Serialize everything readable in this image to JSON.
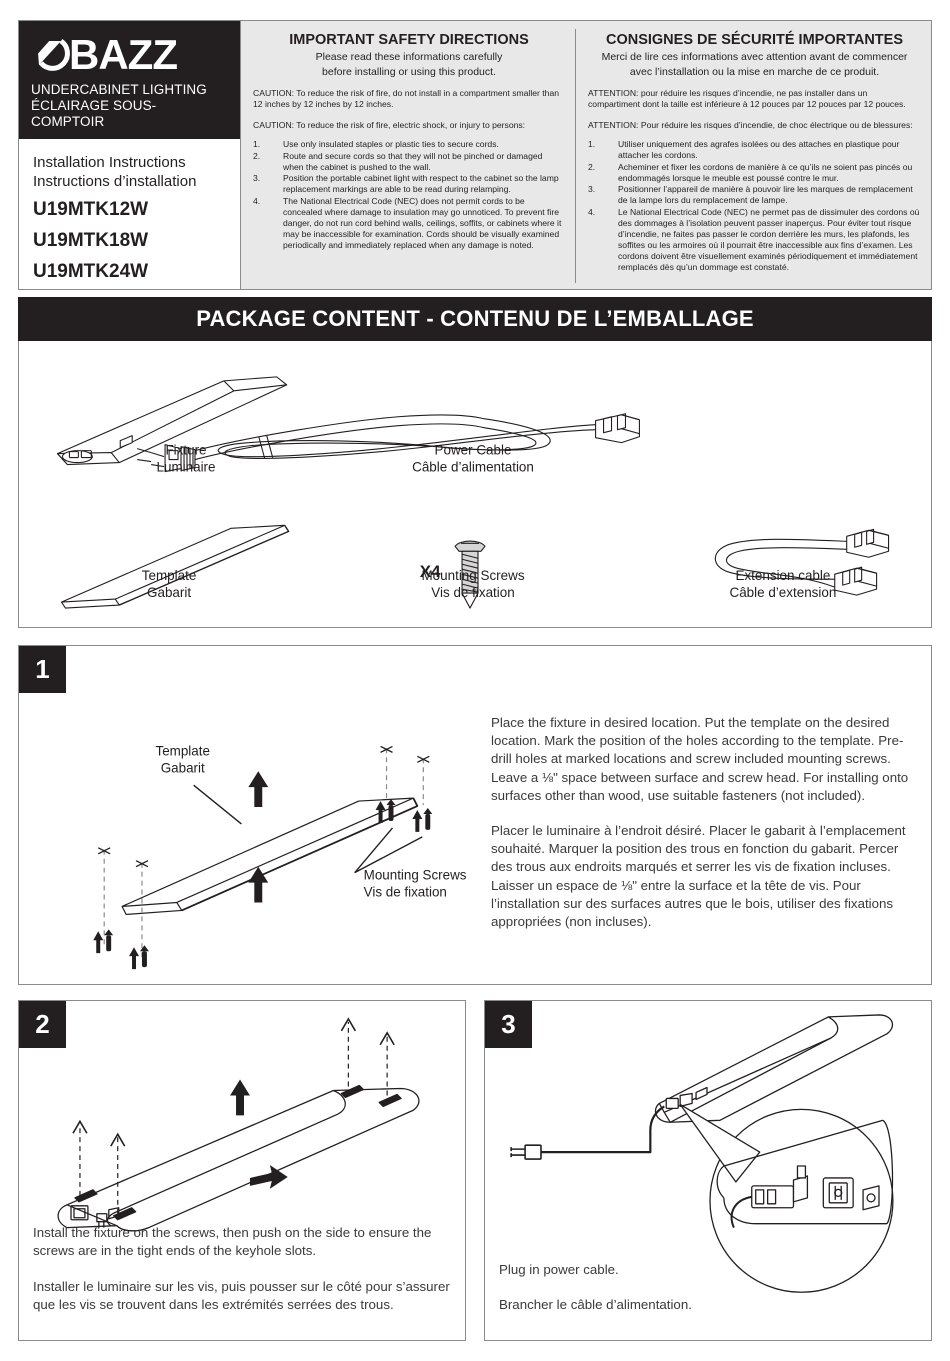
{
  "brand": {
    "logo_name": "BAZZ",
    "tagline_en": "UNDERCABINET LIGHTING",
    "tagline_fr": "ÉCLAIRAGE SOUS-COMPTOIR",
    "doc_title_en": "Installation Instructions",
    "doc_title_fr": "Instructions d’installation",
    "models": [
      "U19MTK12W",
      "U19MTK18W",
      "U19MTK24W"
    ]
  },
  "safety_en": {
    "title": "IMPORTANT SAFETY DIRECTIONS",
    "subtitle_line1": "Please read these informations carefully",
    "subtitle_line2": "before installing or using this product.",
    "caution1": "CAUTION: To reduce the risk of fire, do not install in a compartment smaller than 12 inches by 12 inches by 12 inches.",
    "caution2": "CAUTION: To reduce the risk of fire, electric shock, or injury to persons:",
    "items": [
      {
        "num": "1.",
        "text": "Use only insulated staples or plastic ties to secure cords."
      },
      {
        "num": "2.",
        "text": "Route and secure cords so that they will not be pinched or damaged when the cabinet is pushed to the wall."
      },
      {
        "num": "3.",
        "text": "Position the portable cabinet light with respect to the cabinet so the lamp replacement markings are able to be read during relamping."
      },
      {
        "num": "4.",
        "text": "The National Electrical Code (NEC) does not permit cords to be concealed where damage to insulation may go unnoticed. To prevent fire danger, do not run cord behind walls, ceilings, soffits, or cabinets where it may be inaccessible for examination. Cords should be visually examined periodically and immediately replaced when any damage is noted."
      }
    ]
  },
  "safety_fr": {
    "title": "CONSIGNES DE SÉCURITÉ IMPORTANTES",
    "subtitle_line1": "Merci de lire ces informations avec attention avant de commencer",
    "subtitle_line2": "avec l’installation ou la mise en marche de ce produit.",
    "caution1": "ATTENTION: pour réduire les risques d’incendie, ne pas installer dans un compartiment dont la taille est inférieure à 12 pouces par 12 pouces par 12 pouces.",
    "caution2": "ATTENTION: Pour réduire les risques d’incendie, de choc électrique ou de blessures:",
    "items": [
      {
        "num": "1.",
        "text": "Utiliser uniquement des agrafes isolées ou des attaches en plastique pour attacher les cordons."
      },
      {
        "num": "2.",
        "text": "Acheminer et fixer les cordons de manière à ce qu’ils ne soient pas pincés ou endommagés lorsque le meuble est poussé contre le mur."
      },
      {
        "num": "3.",
        "text": "Positionner l’appareil de manière à pouvoir lire les marques de remplacement de la lampe lors du remplacement de lampe."
      },
      {
        "num": "4.",
        "text": "Le National Electrical Code (NEC) ne permet pas de dissimuler des cordons où des dommages à l’isolation peuvent passer inaperçus. Pour éviter tout risque d’incendie, ne faites pas passer le cordon derrière les murs, les plafonds, les soffites ou les armoires où il pourrait être inaccessible aux fins d’examen. Les cordons doivent être visuellement examinés périodiquement et immédiatement remplacés dès qu’un dommage est constaté."
      }
    ]
  },
  "package": {
    "header": "PACKAGE CONTENT - CONTENU DE L’EMBALLAGE",
    "items": [
      {
        "label_en": "Fixture",
        "label_fr": "Luminaire",
        "icon": "fixture-icon"
      },
      {
        "label_en": "Power Cable",
        "label_fr": "Câble d’alimentation",
        "icon": "power-cable-icon"
      },
      {
        "label_en": "Template",
        "label_fr": "Gabarit",
        "icon": "template-icon"
      },
      {
        "label_en": "Mounting Screws",
        "label_fr": "Vis de fixation",
        "icon": "screw-icon",
        "qty": "X4"
      },
      {
        "label_en": "Extension cable",
        "label_fr": "Câble d’extension",
        "icon": "extension-cable-icon"
      }
    ]
  },
  "steps": [
    {
      "number": "1",
      "diagram_labels": {
        "template_en": "Template",
        "template_fr": "Gabarit",
        "screws_en": "Mounting Screws",
        "screws_fr": "Vis de fixation"
      },
      "text_en": "Place the fixture in desired location. Put the template on the desired location. Mark the position of the holes according to the template. Pre-drill holes at marked locations and screw included mounting screws. Leave a ⅛\" space between surface and screw head. For installing onto surfaces other than wood, use suitable fasteners (not included).",
      "text_fr": "Placer le luminaire à l’endroit désiré. Placer le gabarit à l’emplacement souhaité. Marquer la position des trous en fonction du gabarit. Percer des trous aux endroits marqués et serrer les vis de fixation incluses. Laisser un espace de ⅛\" entre la surface et la tête de vis. Pour l’installation sur des surfaces autres que le bois, utiliser des fixations appropriées (non incluses)."
    },
    {
      "number": "2",
      "text_en": "Install the fixture on the screws, then push on the side to ensure the screws are in the tight ends of the keyhole slots.",
      "text_fr": "Installer le luminaire sur les vis, puis pousser sur le côté pour s’assurer que les vis se trouvent dans les extrémités serrées des trous."
    },
    {
      "number": "3",
      "text_en": "Plug in power cable.",
      "text_fr": "Brancher le câble d’alimentation."
    }
  ],
  "colors": {
    "black": "#231f20",
    "panel_gray": "#e8e8e8",
    "border": "#8a8a8a",
    "body_text": "#3a3a3a"
  }
}
